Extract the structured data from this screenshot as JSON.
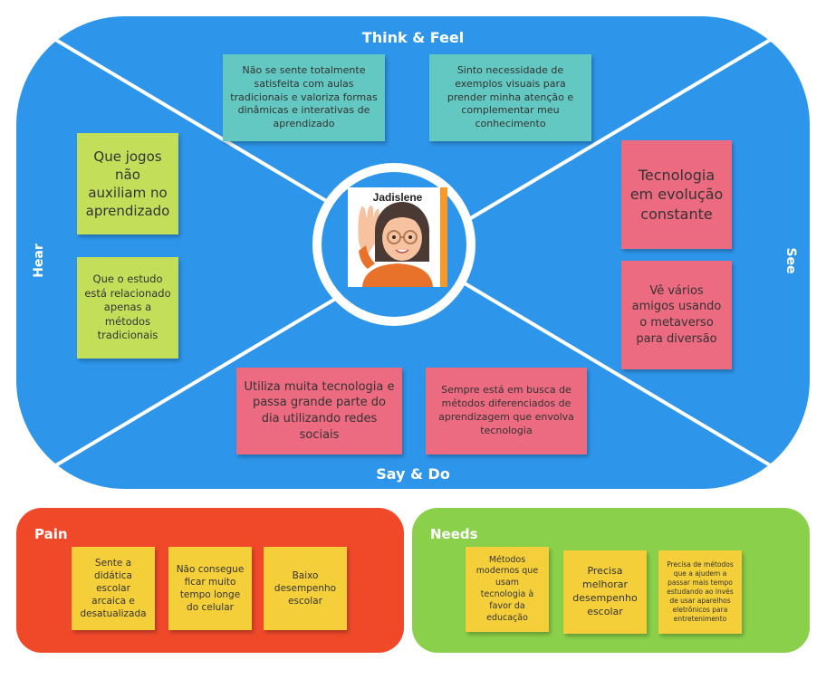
{
  "board": {
    "think_feel_label": "Think & Feel",
    "say_do_label": "Say & Do",
    "hear_label": "Hear",
    "see_label": "See",
    "persona_name": "Jadislene",
    "think_feel_notes": [
      "Não se sente totalmente satisfeita com aulas tradicionais e valoriza formas dinâmicas e interativas de aprendizado",
      "Sinto necessidade de exemplos visuais para prender minha atenção e complementar meu conhecimento"
    ],
    "hear_notes": [
      "Que jogos não auxiliam no aprendizado",
      "Que o estudo está relacionado apenas a métodos tradicionais"
    ],
    "see_notes": [
      "Tecnologia em evolução constante",
      "Vê vários amigos usando o metaverso para diversão"
    ],
    "say_do_notes": [
      "Utiliza muita tecnologia e passa grande parte do dia utilizando redes sociais",
      "Sempre está em busca de métodos diferenciados de aprendizagem que envolva tecnologia"
    ]
  },
  "pain": {
    "title": "Pain",
    "notes": [
      "Sente a didática escolar arcaica e desatualizada",
      "Não consegue ficar muito tempo longe do celular",
      "Baixo desempenho escolar"
    ]
  },
  "needs": {
    "title": "Needs",
    "notes": [
      "Métodos modernos que usam tecnologia à favor da educação",
      "Precisa melhorar desempenho escolar",
      "Precisa de métodos que a ajudem a passar mais tempo estudando ao invés de usar aparelhos eletrônicos para entretenimento"
    ]
  },
  "colors": {
    "board": "#2e96ea",
    "pain": "#f0492a",
    "needs": "#8bd04a",
    "sticky_teal": "#63c8c2",
    "sticky_lime": "#c3df5a",
    "sticky_pink": "#ec6b80",
    "sticky_yellow": "#f5cf3a"
  }
}
